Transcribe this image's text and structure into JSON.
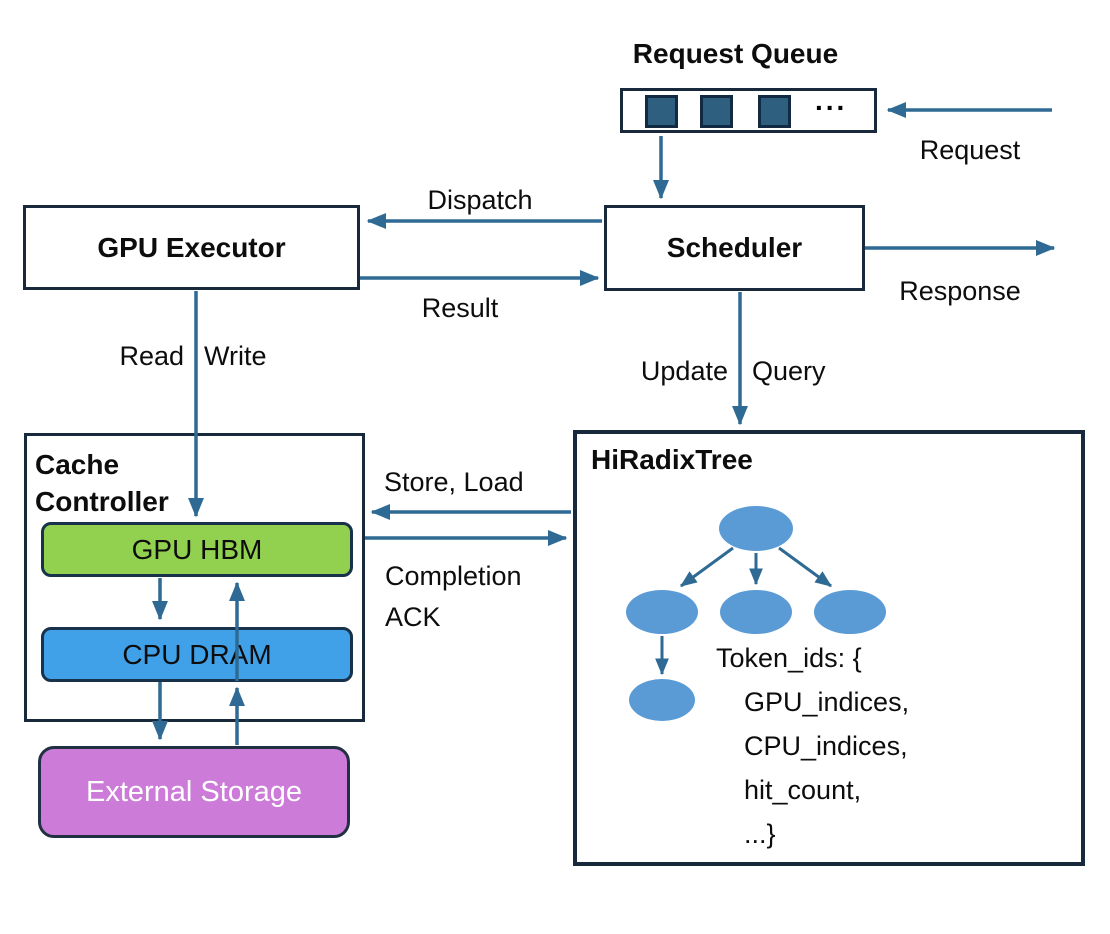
{
  "colors": {
    "arrow": "#2e6a93",
    "box_border": "#17293b",
    "queue_square": "#2e5f7e",
    "gpu_hbm_green": "#92d050",
    "cpu_dram_blue": "#41a1e8",
    "external_storage_purple": "#cc7cd8",
    "tree_node_blue": "#5b9bd5"
  },
  "request_queue": {
    "title": "Request Queue",
    "ellipsis": "...",
    "square_count": 3
  },
  "labels": {
    "request": "Request",
    "dispatch": "Dispatch",
    "result": "Result",
    "response": "Response",
    "read": "Read",
    "write": "Write",
    "update": "Update",
    "query": "Query",
    "store_load": "Store, Load",
    "completion": "Completion",
    "ack": "ACK"
  },
  "boxes": {
    "gpu_executor": "GPU Executor",
    "scheduler": "Scheduler",
    "cache_controller": {
      "title_line1": "Cache",
      "title_line2": "Controller",
      "gpu_hbm": "GPU HBM",
      "cpu_dram": "CPU DRAM"
    },
    "external_storage": "External Storage",
    "hiradixtree": {
      "title": "HiRadixTree",
      "token_lines": [
        "Token_ids: {",
        "GPU_indices,",
        "CPU_indices,",
        "hit_count,",
        "...}"
      ]
    }
  }
}
